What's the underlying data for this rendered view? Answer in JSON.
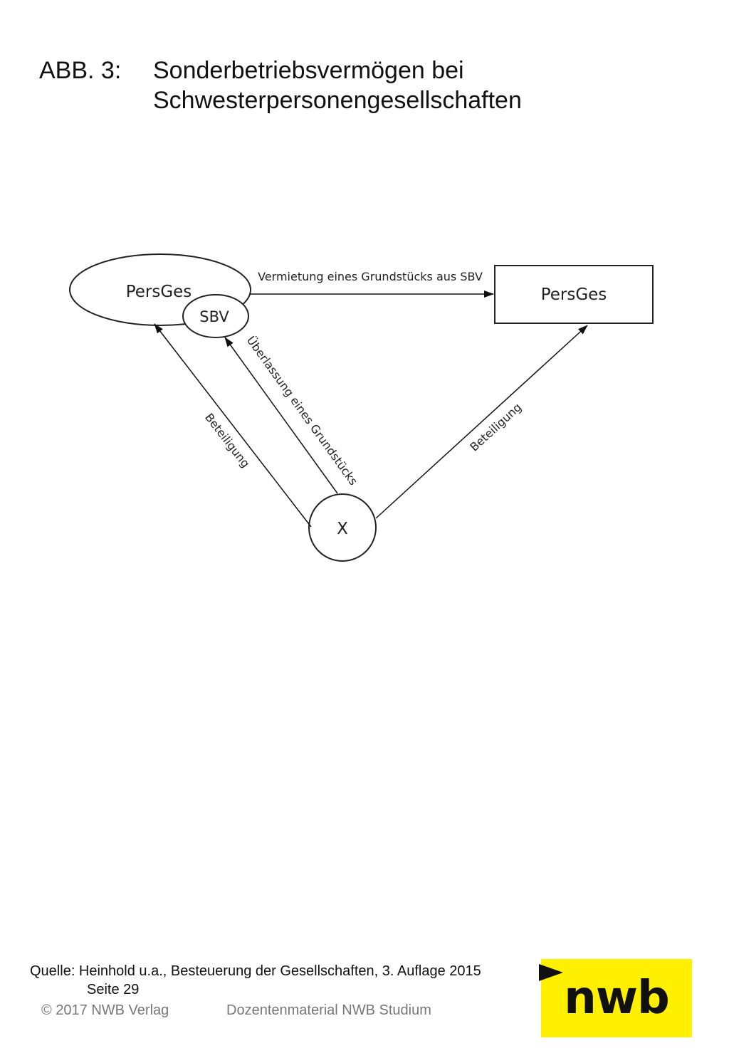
{
  "header": {
    "label": "ABB. 3:",
    "title_line1": "Sonderbetriebsvermögen bei",
    "title_line2": "Schwesterpersonengesellschaften"
  },
  "diagram": {
    "node_left": "PersGes",
    "node_sbv": "SBV",
    "node_right": "PersGes",
    "node_x": "X",
    "edge_top": "Vermietung eines Grundstücks aus SBV",
    "edge_left": "Beteiligung",
    "edge_middle": "Überlassung eines Grundstücks",
    "edge_right": "Beteiligung"
  },
  "footer": {
    "source": "Quelle: Heinhold u.a., Besteuerung der Gesellschaften, 3. Auflage 2015",
    "page": "Seite 29",
    "copyright": "© 2017 NWB Verlag",
    "material": "Dozentenmaterial NWB Studium"
  },
  "logo": {
    "text": "nwb",
    "color": "#ffef00"
  }
}
